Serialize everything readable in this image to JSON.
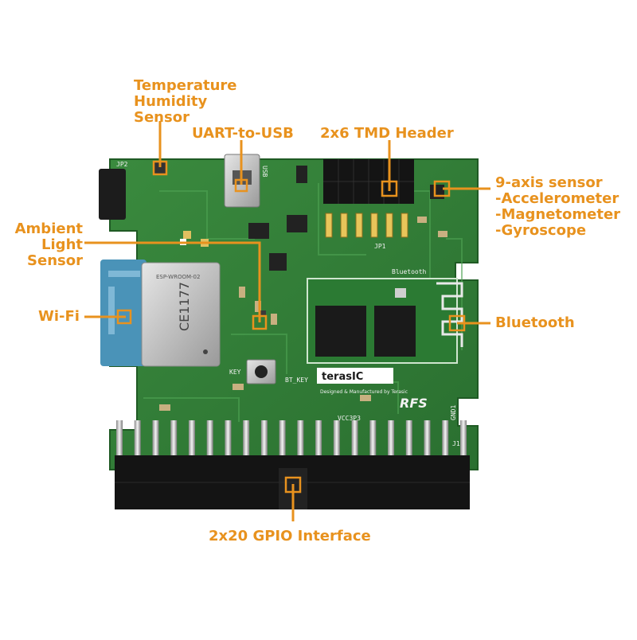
{
  "accent_color": "#e8921e",
  "board_color": "#2f7d35",
  "callouts": {
    "temp_humidity": "Temperature\nHumidity\nSensor",
    "uart": "UART-to-USB",
    "tmd": "2x6 TMD Header",
    "nine_axis": "9-axis sensor\n-Accelerometer\n-Magnetometer\n-Gyroscope",
    "ambient": "Ambient\nLight\nSensor",
    "wifi": "Wi-Fi",
    "bluetooth": "Bluetooth",
    "gpio": "2x20 GPIO Interface"
  },
  "board": {
    "brand_logo": "terasIC",
    "brand_tagline": "Designed & Manufactured by Terasic",
    "product": "RFS",
    "bluetooth_silk": "Bluetooth",
    "key_silk": "KEY",
    "bt_key_silk": "BT_KEY",
    "usb_silk": "USB",
    "vcc3p3_silk": "VCC3P3",
    "gnd_silk": "GND1",
    "jp1": "JP1",
    "jp2": "JP2",
    "j1": "J1",
    "wifi_module_text": "ESP-WROOM-02",
    "wifi_module_cert": "CE1177"
  }
}
